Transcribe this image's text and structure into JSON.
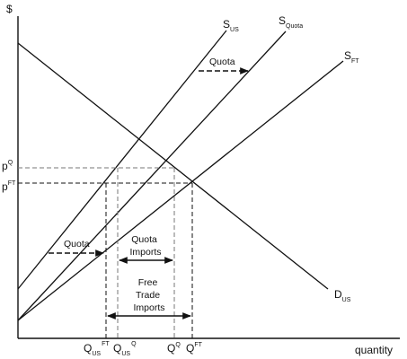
{
  "labels": {
    "yaxis": "$",
    "xaxis": "quantity",
    "S_main": "S",
    "S_us_sub": "US",
    "S_quota_sub": "Quota",
    "S_ft_sub": "FT",
    "D_main": "D",
    "D_sub": "US",
    "pQ": "p",
    "pQ_sup": "Q",
    "pFT": "p",
    "pFT_sup": "FT",
    "q_us_ft": "Q",
    "q_us_ft_sub": "US",
    "q_us_ft_sup": "FT",
    "q_us_q": "Q",
    "q_us_q_sub": "US",
    "q_us_q_sup": "Q",
    "qQ": "Q",
    "qQ_sup": "Q",
    "qFT": "Q",
    "qFT_sup": "FT"
  },
  "annotations": {
    "quota_top": "Quota",
    "quota_bottom": "Quota",
    "quota_imports_1": "Quota",
    "quota_imports_2": "Imports",
    "ft_imports_1": "Free",
    "ft_imports_2": "Trade",
    "ft_imports_3": "Imports"
  },
  "colors": {
    "line": "#111111",
    "guide": "#777777",
    "dash": "#111111"
  }
}
